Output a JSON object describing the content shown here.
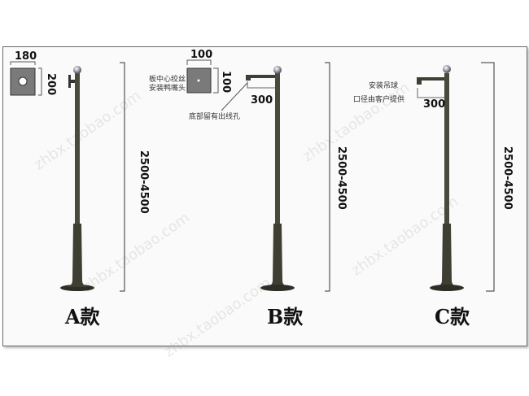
{
  "watermark": "zhbx.taobao.com",
  "colors": {
    "pole": "#4a4a3c",
    "plate": "#7a7a7a",
    "frame_bg": "#fafafa"
  },
  "models": [
    {
      "label": "A款",
      "plate_width": "180",
      "plate_height": "200",
      "height_range": "2500-4500"
    },
    {
      "label": "B款",
      "plate_width": "100",
      "plate_height": "100",
      "arm_length": "300",
      "height_range": "2500-4500",
      "note_plate": [
        "板中心绞丝",
        "安装鸭嘴头"
      ],
      "note_hole": "底部留有出线孔"
    },
    {
      "label": "C款",
      "arm_length": "300",
      "height_range": "2500-4500",
      "note_ball": [
        "安装吊球",
        "口径由客户提供"
      ]
    }
  ]
}
